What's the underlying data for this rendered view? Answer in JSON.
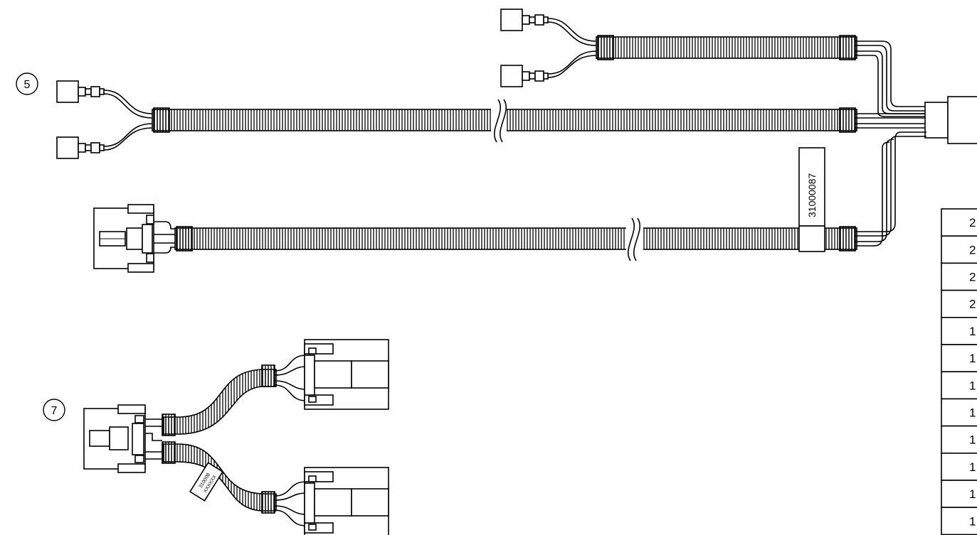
{
  "callouts": [
    {
      "label": "5"
    },
    {
      "label": "7"
    }
  ],
  "part_label": "31000087",
  "small_label_lines": [
    "310008",
    "XXXXXX"
  ],
  "table": {
    "rows": [
      "2",
      "2",
      "2",
      "2",
      "1",
      "1",
      "1",
      "1",
      "1",
      "1",
      "1",
      "1"
    ]
  }
}
